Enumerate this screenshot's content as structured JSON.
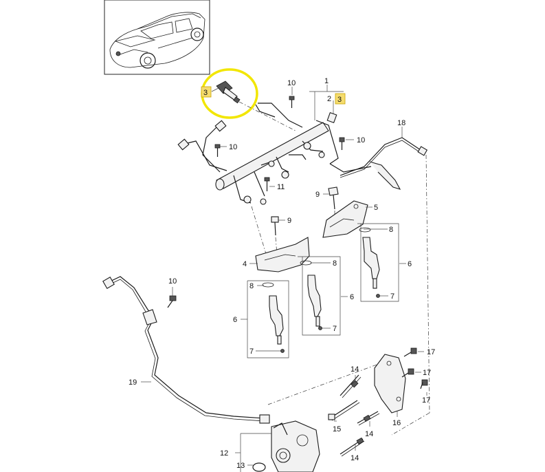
{
  "diagram": {
    "labels": {
      "p1": "1",
      "p2": "2",
      "p3a": "3",
      "p3b": "3",
      "p4": "4",
      "p5": "5",
      "p6a": "6",
      "p6b": "6",
      "p6c": "6",
      "p7a": "7",
      "p7b": "7",
      "p7c": "7",
      "p8a": "8",
      "p8b": "8",
      "p8c": "8",
      "p9a": "9",
      "p9b": "9",
      "p10a": "10",
      "p10b": "10",
      "p10c": "10",
      "p10d": "10",
      "p11": "11",
      "p12": "12",
      "p13": "13",
      "p14a": "14",
      "p14b": "14",
      "p14c": "14",
      "p15": "15",
      "p16": "16",
      "p17a": "17",
      "p17b": "17",
      "p17c": "17",
      "p18": "18",
      "p19": "19"
    },
    "colors": {
      "highlight_circle": "#f2e600",
      "highlight_box": "#f5dc6e",
      "line": "#1a1a1a"
    }
  }
}
